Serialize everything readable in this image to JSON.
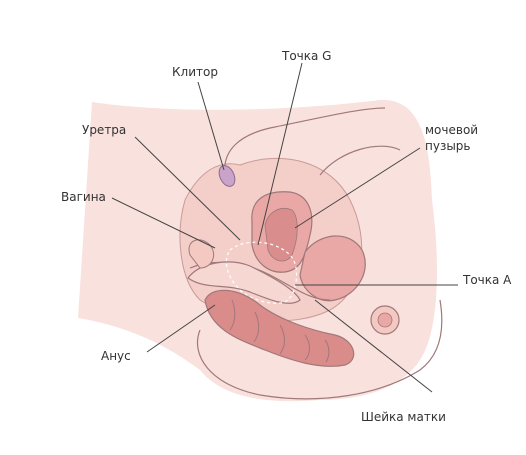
{
  "labels": {
    "clitoris": "Клитор",
    "g_spot": "Точка G",
    "urethra": "Уретра",
    "bladder_line1": "мочевой",
    "bladder_line2": "пузырь",
    "vagina": "Вагина",
    "a_spot": "Точка А",
    "anus": "Анус",
    "cervix": "Шейка матки"
  },
  "colors": {
    "skin": "#f9e1dd",
    "skin_dark": "#f3c9c2",
    "outline": "#a0787a",
    "organ": "#e9a8a6",
    "organ_dark": "#d98d8c",
    "rectum": "#d98c8a",
    "clitoris": "#c9a3c9",
    "leader": "#444444"
  }
}
